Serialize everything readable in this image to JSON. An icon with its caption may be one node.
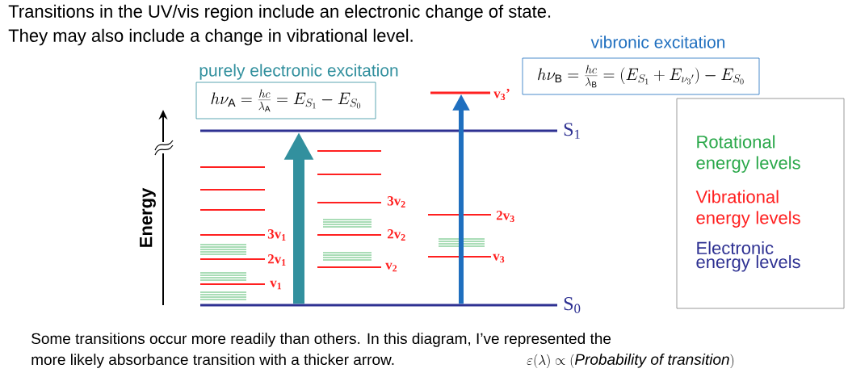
{
  "diagram": {
    "nodes": [
      {
        "text": [
          "purely electronic excitation",
          "h\\nu_{\\mathrm{A}} = \\frac{hc}{\\lambda_{\\mathrm{A}}} = E_{S_1} - E_{S_0}"
        ]
      },
      {
        "text": [
          "vibronic excitation",
          "h\\nu_{\\mathrm{B}} = \\frac{hc}{\\lambda_{\\mathrm{B}}} = \\left(E_{S_1} + E_{\\nu_3{}'}\\right) - E_{S_0}"
        ]
      },
      {
        "text": [
          "Rotational energy levels",
          "Vibrational energy levels",
          "Electronic energy levels"
        ]
      },
      {
        "text": [],
        "shape": "bar",
        "beside": [
          "S$_{1}$"
        ]
      },
      {
        "text": [],
        "shape": "bar",
        "beside": [
          "S$_{0}$"
        ]
      },
      {
        "text": [],
        "shape": "bar",
        "beside": [
          "v$_{3}$’"
        ]
      }
    ],
    "edges": [
      {
        "from": 4,
        "to": 3,
        "arrow": "to",
        "style": "thick",
        "color": "#32909e"
      },
      {
        "from": 4,
        "to": 5,
        "arrow": "to",
        "color": "#1f6fbf"
      }
    ],
    "labels": [
      "Transitions in the UV/vis region include an electronic change of state.",
      "They may also include a change in vibrational level.",
      "Energy",
      "3v$_{1}$",
      "2v$_{1}$",
      "v$_{1}$",
      "3v$_{2}$",
      "2v$_{2}$",
      "v$_{2}$",
      "2v$_{3}$",
      "v$_{3}$",
      "Some transitions occur more readily than others. In this diagram, I’ve represented the",
      "more likely absorbance transition with a thicker arrow.",
      "\\varepsilon(\\lambda) \\propto (\\mathit{Probability\\ of\\ transition})"
    ]
  }
}
